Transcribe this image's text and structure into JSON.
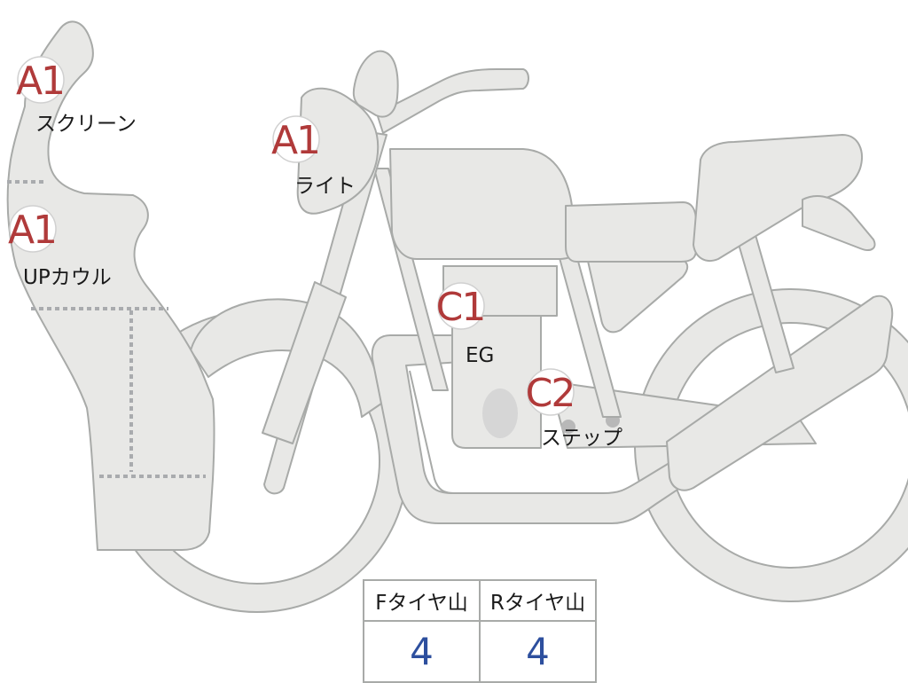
{
  "markers": [
    {
      "id": "screen",
      "code": "A1",
      "label": "スクリーン"
    },
    {
      "id": "light",
      "code": "A1",
      "label": "ライト"
    },
    {
      "id": "upper-cowl",
      "code": "A1",
      "label": "UPカウル"
    },
    {
      "id": "engine",
      "code": "C1",
      "label": "EG"
    },
    {
      "id": "step",
      "code": "C2",
      "label": "ステップ"
    }
  ],
  "tire_table": {
    "headers": [
      "Fタイヤ山",
      "Rタイヤ山"
    ],
    "values": [
      "4",
      "4"
    ]
  },
  "colors": {
    "body_fill": "#e8e8e6",
    "outline": "#a8aaa8",
    "marker_code": "#b03a3a",
    "table_value": "#2d4f9e"
  }
}
